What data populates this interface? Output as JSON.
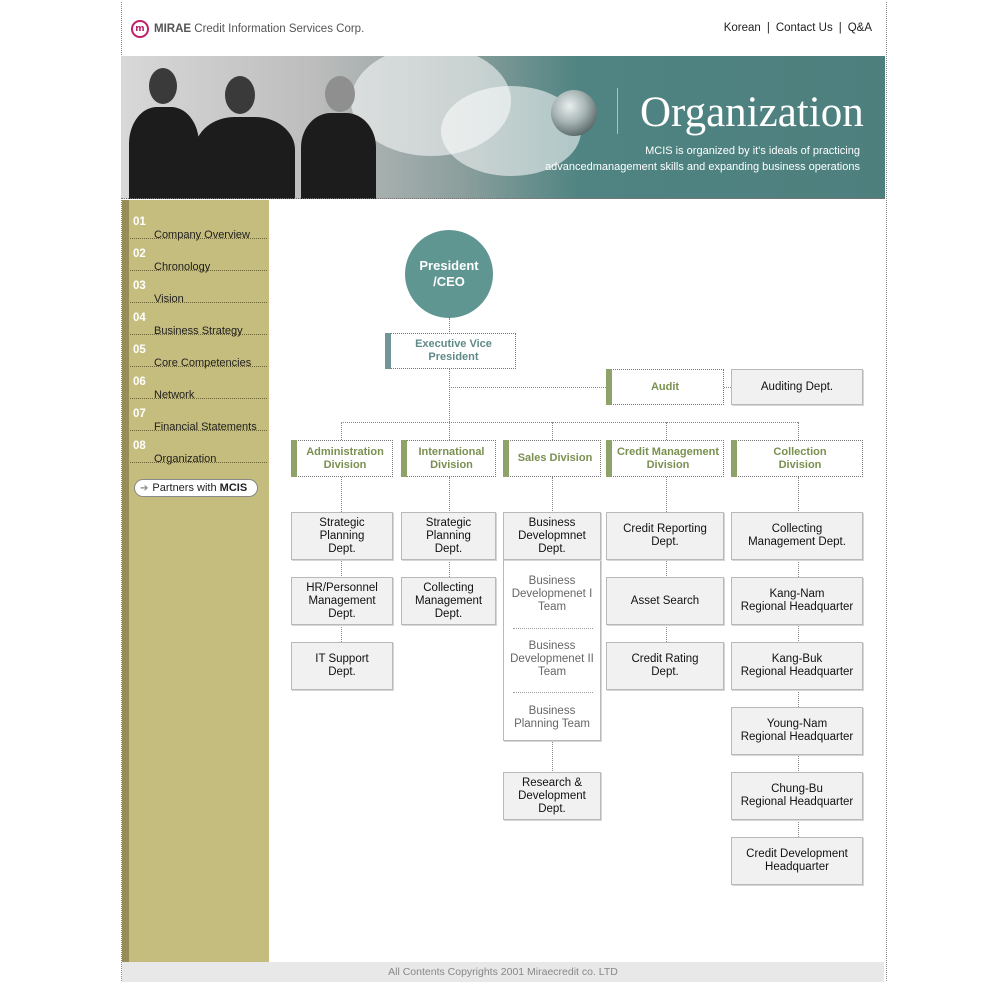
{
  "header": {
    "logo_brand": "MIRAE",
    "logo_rest": "Credit Information Services Corp.",
    "nav": [
      "Korean",
      "Contact Us",
      "Q&A"
    ]
  },
  "banner": {
    "title": "Organization",
    "subtitle_line1": "MCIS is organized by it's ideals of practicing",
    "subtitle_line2": "advancedmanagement skills and expanding business operations"
  },
  "sidebar": {
    "items": [
      {
        "num": "01",
        "label": "Company Overview"
      },
      {
        "num": "02",
        "label": "Chronology"
      },
      {
        "num": "03",
        "label": "Vision"
      },
      {
        "num": "04",
        "label": "Business Strategy"
      },
      {
        "num": "05",
        "label": "Core Competencies"
      },
      {
        "num": "06",
        "label": "Network"
      },
      {
        "num": "07",
        "label": "Financial Statements"
      },
      {
        "num": "08",
        "label": "Organization"
      }
    ],
    "partners_prefix": "Partners with",
    "partners_brand": "MCIS"
  },
  "org": {
    "ceo_line1": "President",
    "ceo_line2": "/CEO",
    "evp_line1": "Executive Vice",
    "evp_line2": "President",
    "audit": "Audit",
    "auditing_dept": "Auditing Dept.",
    "divisions": [
      {
        "line1": "Administration",
        "line2": "Division"
      },
      {
        "line1": "International",
        "line2": "Division"
      },
      {
        "line1": "Sales Division",
        "line2": ""
      },
      {
        "line1": "Credit Management",
        "line2": "Division"
      },
      {
        "line1": "Collection",
        "line2": "Division"
      }
    ],
    "admin": [
      [
        "Strategic",
        "Planning",
        "Dept."
      ],
      [
        "HR/Personnel",
        "Management",
        "Dept."
      ],
      [
        "IT Support",
        "Dept."
      ]
    ],
    "international": [
      [
        "Strategic",
        "Planning",
        "Dept."
      ],
      [
        "Collecting",
        "Management",
        "Dept."
      ]
    ],
    "sales_dept": [
      "Business",
      "Developmnet",
      "Dept."
    ],
    "sales_teams": [
      [
        "Business",
        "Developmenet I",
        "Team"
      ],
      [
        "Business",
        "Developmenet II",
        "Team"
      ],
      [
        "Business",
        "Planning Team"
      ]
    ],
    "sales_rd": [
      "Research &",
      "Development",
      "Dept."
    ],
    "credit": [
      [
        "Credit Reporting",
        "Dept."
      ],
      [
        "Asset Search"
      ],
      [
        "Credit Rating",
        "Dept."
      ]
    ],
    "collection": [
      [
        "Collecting",
        "Management Dept."
      ],
      [
        "Kang-Nam",
        "Regional Headquarter"
      ],
      [
        "Kang-Buk",
        "Regional Headquarter"
      ],
      [
        "Young-Nam",
        "Regional Headquarter"
      ],
      [
        "Chung-Bu",
        "Regional Headquarter"
      ],
      [
        "Credit Development",
        "Headquarter"
      ]
    ]
  },
  "footer": "All Contents Copyrights 2001 Miraecredit co. LTD"
}
